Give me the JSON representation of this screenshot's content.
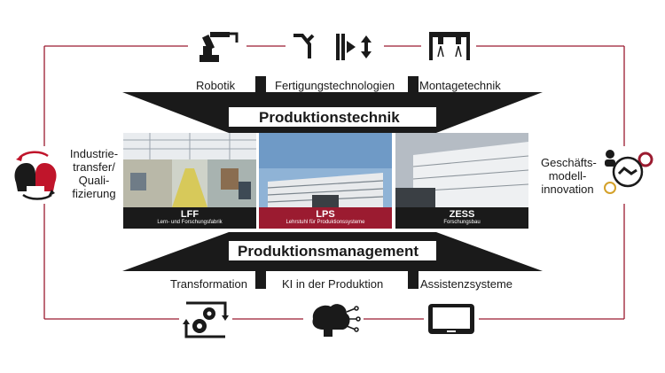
{
  "colors": {
    "accent": "#9b1b30",
    "dark": "#1a1a1a",
    "frame": "#9b1b30"
  },
  "top": {
    "labels": [
      "Robotik",
      "Fertigungstechnologien",
      "Montagetechnik"
    ],
    "title": "Produktionstechnik",
    "icons": [
      "robot-arm-icon",
      "manufacturing-tools-icon",
      "assembly-station-icon"
    ]
  },
  "bottom": {
    "labels": [
      "Transformation",
      "KI in der Produktion",
      "Assistenzsysteme"
    ],
    "title": "Produktionsmanagement",
    "icons": [
      "gears-cycle-icon",
      "ai-brain-icon",
      "tablet-icon"
    ]
  },
  "left": {
    "text": [
      "Industrie-",
      "transfer/",
      "Quali-",
      "fizierung"
    ],
    "icon": "heads-exchange-icon"
  },
  "right": {
    "text": [
      "Geschäfts-",
      "modell-",
      "innovation"
    ],
    "icon": "business-innovation-icon"
  },
  "facilities": [
    {
      "name": "LFF",
      "subtitle": "Lern- und Forschungsfabrik",
      "highlight": false
    },
    {
      "name": "LPS",
      "subtitle": "Lehrstuhl für Produktionssysteme",
      "highlight": true
    },
    {
      "name": "ZESS",
      "subtitle": "Forschungsbau",
      "highlight": false
    }
  ]
}
